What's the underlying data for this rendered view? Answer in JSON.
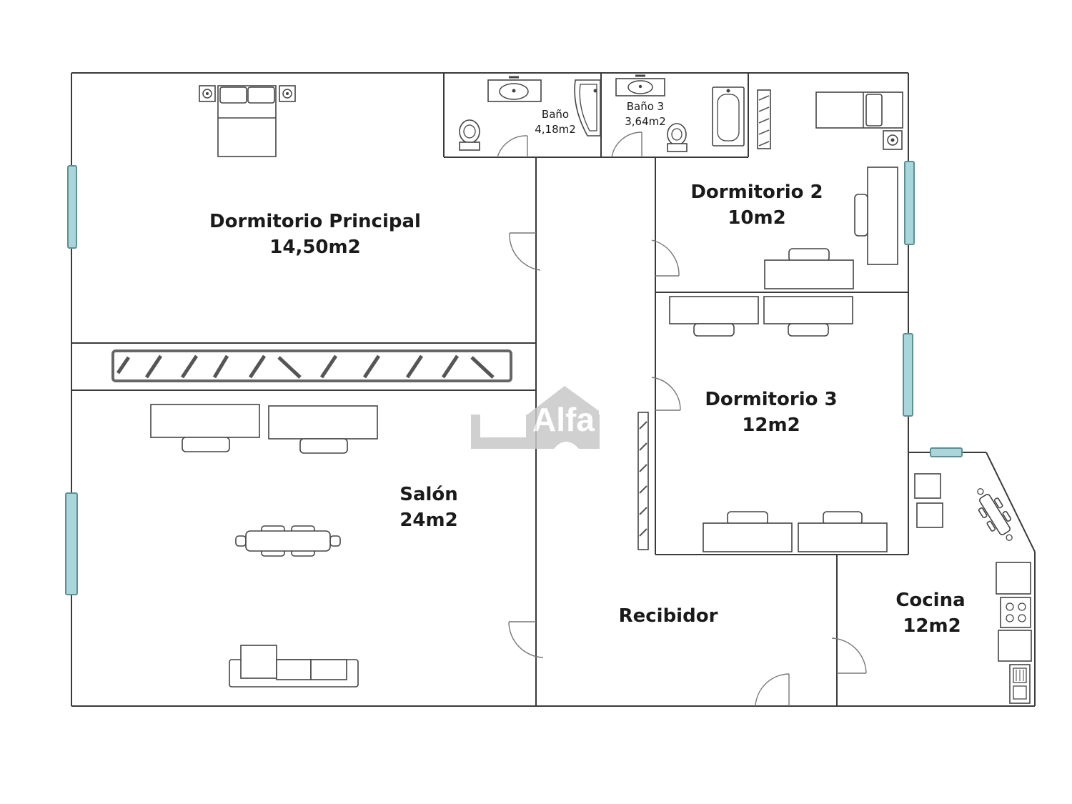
{
  "rooms": {
    "master_bedroom": {
      "name": "Dormitorio Principal",
      "area": "14,50m2"
    },
    "bath_2": {
      "name": "Baño",
      "area": "4,18m2"
    },
    "bath_3": {
      "name": "Baño 3",
      "area": "3,64m2"
    },
    "bedroom_2": {
      "name": "Dormitorio 2",
      "area": "10m2"
    },
    "bedroom_3": {
      "name": "Dormitorio 3",
      "area": "12m2"
    },
    "living": {
      "name": "Salón",
      "area": "24m2"
    },
    "hall": {
      "name": "Recibidor"
    },
    "kitchen": {
      "name": "Cocina",
      "area": "12m2"
    }
  },
  "watermark": {
    "text": "Alfa"
  },
  "colors": {
    "window": "#a9d6da",
    "wall": "#3a3a3a",
    "watermark": "#c8c8c8"
  }
}
